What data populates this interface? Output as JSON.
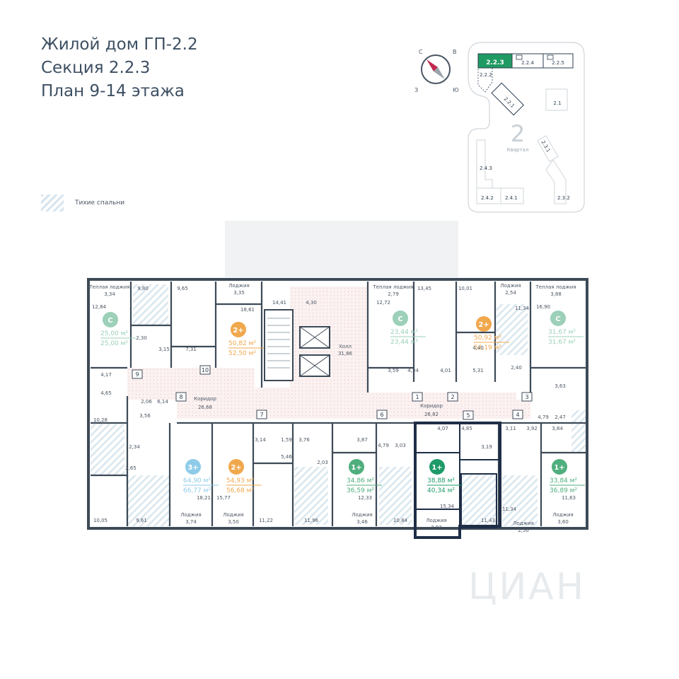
{
  "header": {
    "line1": "Жилой дом ГП-2.2",
    "line2": "Секция 2.2.3",
    "line3": "План 9-14 этажа"
  },
  "legend": {
    "label": "Тихие спальни"
  },
  "compass": {
    "n": "С",
    "e": "В",
    "s": "Ю",
    "w": "З"
  },
  "site_map": {
    "highlight": "2.2.3",
    "sections": [
      "2.2.4",
      "2.2.5",
      "2.2.2",
      "2.2.1",
      "2.1",
      "2.3.1",
      "2.4.3",
      "2.4.2",
      "2.4.1",
      "2.3.2"
    ],
    "block_number": "2",
    "block_label": "Квартал"
  },
  "colors": {
    "accent": "#1e9a68",
    "studio": "#9cd0b8",
    "two_room": "#f0a84d",
    "three_room": "#8ecbe9",
    "one_room": "#4fae7d",
    "walls": "#3d4a57",
    "selected": "#1f2e47"
  },
  "apartments": [
    {
      "badge": "С",
      "area1": "25,00 м²",
      "area2": "25,00 м²",
      "color": "#9cd0b8"
    },
    {
      "badge": "2+",
      "area1": "50,82 м²",
      "area2": "52,50 м²",
      "color": "#f0a84d"
    },
    {
      "badge": "С",
      "area1": "23,44 м²",
      "area2": "23,44 м²",
      "color": "#9cd0b8"
    },
    {
      "badge": "2+",
      "area1": "50,92 м²",
      "area2": "52,19 м²",
      "color": "#f0a84d"
    },
    {
      "badge": "С",
      "area1": "31,67 м²",
      "area2": "31,67 м²",
      "color": "#9cd0b8"
    },
    {
      "badge": "3+",
      "area1": "64,90 м²",
      "area2": "66,77 м²",
      "color": "#8ecbe9"
    },
    {
      "badge": "2+",
      "area1": "54,93 м²",
      "area2": "56,68 м²",
      "color": "#f0a84d"
    },
    {
      "badge": "1+",
      "area1": "34,86 м²",
      "area2": "36,59 м²",
      "color": "#4fae7d"
    },
    {
      "badge": "1+",
      "area1": "38,88 м²",
      "area2": "40,34 м²",
      "color": "#1e9a68"
    },
    {
      "badge": "1+",
      "area1": "33,84 м²",
      "area2": "36,89 м²",
      "color": "#4fae7d"
    }
  ],
  "room_labels": [
    "Теплая лоджия",
    "3,34",
    "9,80",
    "9,65",
    "Лоджия",
    "3,35",
    "18,61",
    "12,84",
    "2,30",
    "3,15",
    "7,31",
    "4,17",
    "4,65",
    "2,06",
    "6,14",
    "3,56",
    "10,28",
    "2,34",
    "2,65",
    "10,05",
    "9,61",
    "Лоджия",
    "3,74",
    "18,21",
    "15,77",
    "Лоджия",
    "3,50",
    "14,41",
    "4,30",
    "Холл",
    "31,86",
    "Коридор",
    "26,68",
    "3,14",
    "1,59",
    "3,76",
    "5,46",
    "2,03",
    "11,22",
    "11,96",
    "Теплая лоджия",
    "2,79",
    "12,72",
    "13,45",
    "10,01",
    "Лоджия",
    "2,54",
    "Теплая лоджия",
    "3,88",
    "16,90",
    "11,34",
    "4,40",
    "3,59",
    "4,34",
    "4,01",
    "5,31",
    "2,40",
    "3,63",
    "Коридор",
    "26,82",
    "4,79",
    "2,47",
    "3,87",
    "4,79",
    "3,03",
    "12,33",
    "Лоджия",
    "3,46",
    "10,84",
    "4,07",
    "4,85",
    "3,19",
    "15,34",
    "11,43",
    "Лоджия",
    "2,92",
    "3,11",
    "3,92",
    "3,84",
    "11,34",
    "Лоджия",
    "2,50",
    "Лоджия",
    "3,60",
    "11,63"
  ],
  "door_numbers": [
    "9",
    "10",
    "8",
    "7",
    "6",
    "1",
    "2",
    "3",
    "5",
    "4"
  ],
  "watermark": "ЦИАН"
}
